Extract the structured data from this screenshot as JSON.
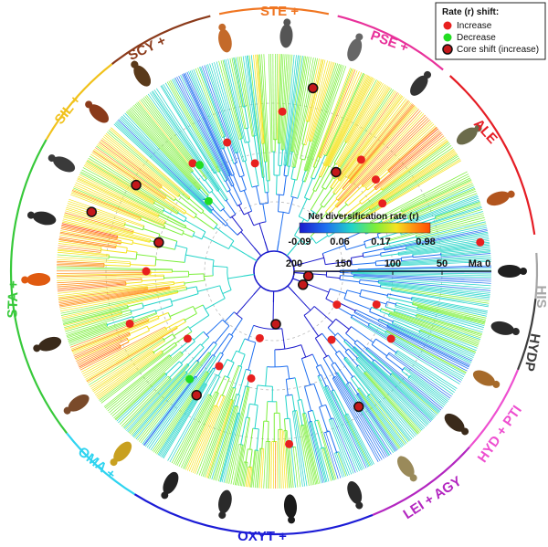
{
  "legend": {
    "title": "Rate (r) shift:",
    "items": [
      {
        "label": "Increase",
        "color": "#e8201f",
        "ring": false
      },
      {
        "label": "Decrease",
        "color": "#22dd22",
        "ring": false
      },
      {
        "label": "Core shift (increase)",
        "color": "#c4181a",
        "ring": true
      }
    ]
  },
  "colorbar": {
    "title": "Net diversification rate (r)",
    "ticks": [
      "-0.09",
      "0.06",
      "0.17",
      "0.98"
    ],
    "colors": [
      "#1a1acc",
      "#1e6ff0",
      "#22d4c8",
      "#7bef3a",
      "#f5e320",
      "#ff8c10",
      "#ff4a00"
    ]
  },
  "time_axis": {
    "ticks": [
      "200",
      "150",
      "100",
      "50"
    ],
    "unit": "Ma 0"
  },
  "clades": [
    {
      "label": "STE +",
      "color": "#f07622"
    },
    {
      "label": "PSE +",
      "color": "#e8319a"
    },
    {
      "label": "ALE",
      "color": "#e51d25"
    },
    {
      "label": "HIS",
      "color": "#a6a6a6"
    },
    {
      "label": "HYDP",
      "color": "#3d3d3d"
    },
    {
      "label": "HYD + PTI",
      "color": "#ee4fd0"
    },
    {
      "label": "LEI + AGY",
      "color": "#b326c0"
    },
    {
      "label": "OXYT +",
      "color": "#1b1bd6"
    },
    {
      "label": "OMA +",
      "color": "#2fd4f0"
    },
    {
      "label": "STA +",
      "color": "#37c93a"
    },
    {
      "label": "SIL +",
      "color": "#f1c21c"
    },
    {
      "label": "SCY +",
      "color": "#8b3a1a"
    }
  ]
}
